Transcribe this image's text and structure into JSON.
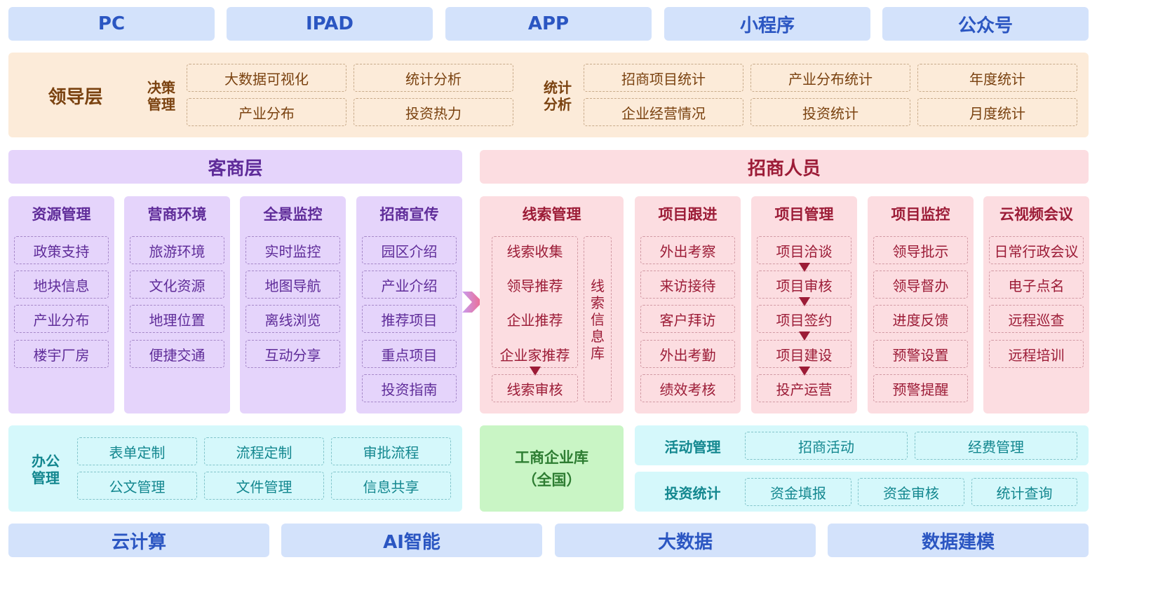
{
  "platforms": [
    "PC",
    "IPAD",
    "APP",
    "小程序",
    "公众号"
  ],
  "leadership": {
    "label": "领导层",
    "decision": {
      "label_l1": "决策",
      "label_l2": "管理",
      "items": [
        "大数据可视化",
        "统计分析",
        "产业分布",
        "投资热力"
      ]
    },
    "statistics": {
      "label_l1": "统计",
      "label_l2": "分析",
      "items": [
        "招商项目统计",
        "产业分布统计",
        "年度统计",
        "企业经营情况",
        "投资统计",
        "月度统计"
      ]
    }
  },
  "kes_layer": {
    "title": "客商层",
    "columns": [
      {
        "title": "资源管理",
        "items": [
          "政策支持",
          "地块信息",
          "产业分布",
          "楼宇厂房"
        ]
      },
      {
        "title": "营商环境",
        "items": [
          "旅游环境",
          "文化资源",
          "地理位置",
          "便捷交通"
        ]
      },
      {
        "title": "全景监控",
        "items": [
          "实时监控",
          "地图导航",
          "离线浏览",
          "互动分享"
        ]
      },
      {
        "title": "招商宣传",
        "items": [
          "园区介绍",
          "产业介绍",
          "推荐项目",
          "重点项目",
          "投资指南"
        ]
      }
    ]
  },
  "zs_layer": {
    "title": "招商人员",
    "lead_mgmt": {
      "title": "线索管理",
      "items": [
        "线索收集",
        "领导推荐",
        "企业推荐",
        "企业家推荐"
      ],
      "review": "线索审核",
      "db_chars": [
        "线",
        "索",
        "信",
        "息",
        "库"
      ]
    },
    "columns": [
      {
        "title": "项目跟进",
        "items": [
          "外出考察",
          "来访接待",
          "客户拜访",
          "外出考勤",
          "绩效考核"
        ]
      },
      {
        "title": "项目管理",
        "items": [
          "项目洽谈",
          "项目审核",
          "项目签约",
          "项目建设",
          "投产运营"
        ]
      },
      {
        "title": "项目监控",
        "items": [
          "领导批示",
          "领导督办",
          "进度反馈",
          "预警设置",
          "预警提醒"
        ]
      },
      {
        "title": "云视频会议",
        "items": [
          "日常行政会议",
          "电子点名",
          "远程巡查",
          "远程培训"
        ]
      }
    ]
  },
  "office": {
    "label_l1": "办公",
    "label_l2": "管理",
    "items": [
      "表单定制",
      "流程定制",
      "审批流程",
      "公文管理",
      "文件管理",
      "信息共享"
    ]
  },
  "enterprise_db": {
    "line1": "工商企业库",
    "line2": "（全国）"
  },
  "activity": {
    "label": "活动管理",
    "items": [
      "招商活动",
      "经费管理"
    ]
  },
  "investment": {
    "label": "投资统计",
    "items": [
      "资金填报",
      "资金审核",
      "统计查询"
    ]
  },
  "foundation": [
    "云计算",
    "AI智能",
    "大数据",
    "数据建模"
  ]
}
